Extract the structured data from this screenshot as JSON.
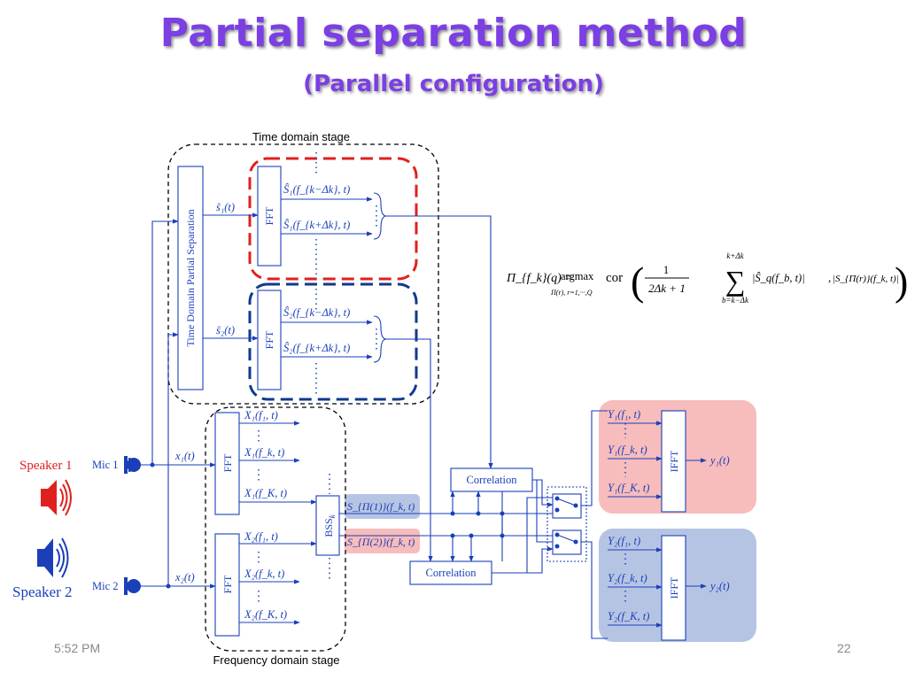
{
  "title": "Partial separation method",
  "subtitle": "(Parallel configuration)",
  "footer": {
    "time": "5:52 PM",
    "page": "22"
  },
  "stages": {
    "time_domain": "Time domain stage",
    "frequency_domain": "Frequency domain stage"
  },
  "blocks": {
    "tdps": "Time Domain Partial Separation",
    "fft": "FFT",
    "ifft": "IFFT",
    "bss": "BSS",
    "bss_sub": "k",
    "correlation": "Correlation"
  },
  "speakers": {
    "speaker1": "Speaker 1",
    "speaker2": "Speaker 2",
    "mic1": "Mic 1",
    "mic2": "Mic 2"
  },
  "signals": {
    "s1hat": "ŝ₁(t)",
    "s2hat": "ŝ₂(t)",
    "s1_minus": "Ŝ₁(f_{k−Δk}, t)",
    "s1_plus": "Ŝ₁(f_{k+Δk}, t)",
    "s2_minus": "Ŝ₂(f_{k−Δk}, t)",
    "s2_plus": "Ŝ₂(f_{k+Δk}, t)",
    "x1": "x₁(t)",
    "x2": "x₂(t)",
    "X1": [
      "X₁(f₁, t)",
      "X₁(f_k, t)",
      "X₁(f_K, t)"
    ],
    "X2": [
      "X₂(f₁, t)",
      "X₂(f_k, t)",
      "X₂(f_K, t)"
    ],
    "Spi1": "S_{Π(1)}(f_k, t)",
    "Spi2": "S_{Π(2)}(f_k, t)",
    "Y1": [
      "Y₁(f₁, t)",
      "Y₁(f_k, t)",
      "Y₁(f_K, t)"
    ],
    "Y2": [
      "Y₂(f₁, t)",
      "Y₂(f_k, t)",
      "Y₂(f_K, t)"
    ],
    "y1": "y₁(t)",
    "y2": "y₂(t)"
  },
  "formula": {
    "lhs": "Π_{f_k}(q) =",
    "argmax": "argmax",
    "argmax_sub": "Π(r), r=1,···,Q",
    "cor": "cor",
    "frac_num": "1",
    "frac_den": "2Δk + 1",
    "sum_top": "k+Δk",
    "sum_bot": "b=k−Δk",
    "term1": "|Ŝ_q(f_b, t)|",
    "term2": "|S_{Π(r)}(f_k, t)|"
  },
  "colors": {
    "title": "#7b3fe4",
    "diagram_blue": "#1a3fb8",
    "red_dash": "#e0201e",
    "navy_dash": "#0f3a8c",
    "pink_panel": "#f7bcbc",
    "blue_panel": "#b6c4e4",
    "speaker1": "#e0201e",
    "speaker2": "#1a3fb8"
  }
}
